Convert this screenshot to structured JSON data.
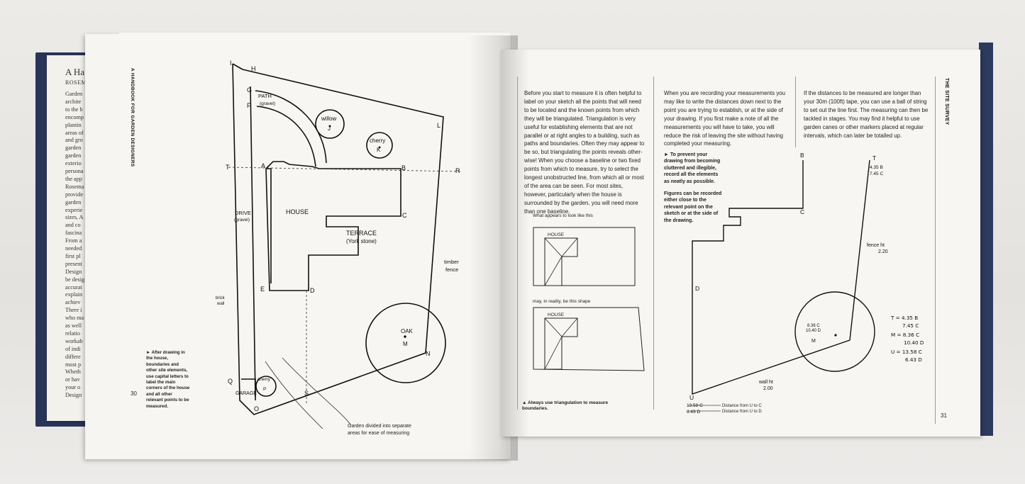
{
  "back_book": {
    "title": "A Ha",
    "author": "ROSEM",
    "lines": [
      "Garden",
      "archite",
      "to the b",
      "encomp",
      "plantin",
      "areas of",
      "and gro",
      "garden",
      "garden",
      "exterio",
      "persona",
      "the app",
      "Rosema",
      "provide",
      "garden",
      "experie",
      "sizes, A",
      "and co",
      "fascina",
      "From a",
      "needed",
      "first pl",
      "present",
      "Design",
      "be desig",
      "accurat",
      "explain",
      "achiev",
      "There i",
      "who ma",
      "as well",
      "relatio",
      "workab",
      "of indi",
      "differe",
      "most p",
      "Wheth",
      "or hav",
      "your o",
      "Design"
    ]
  },
  "left_page": {
    "running_head": "A HANDBOOK FOR GARDEN DESIGNERS",
    "page_number": "30",
    "side_note_marker": "►",
    "side_note": "After drawing in the house, boundaries and other site elements, use capital letters to label the main corners of the house and all other relevant points to be measured.",
    "caption": "Garden divided into separate areas for ease of measuring",
    "sketch_labels": {
      "I": "I",
      "H": "H",
      "G": "G",
      "F": "F",
      "T": "T",
      "A": "A",
      "B": "B",
      "R": "R",
      "L": "L",
      "C": "C",
      "E": "E",
      "D": "D",
      "Q": "Q",
      "O": "O",
      "S": "S",
      "N": "N",
      "path": "PATH",
      "path_sub": "(gravel)",
      "willow": "willow",
      "willow_letter": "J",
      "cherry1": "cherry",
      "cherry1_letter": "K",
      "house": "HOUSE",
      "terrace": "TERRACE",
      "terrace_sub": "(York stone)",
      "drive": "DRIVE",
      "drive_sub": "(gravel)",
      "brick_wall": "brick",
      "brick_wall_2": "wall",
      "timber_fence": "timber",
      "timber_fence_2": "fence",
      "oak": "OAK",
      "oak_letter": "M",
      "cherry2": "cherry",
      "cherry2_letter": "P",
      "garage": "GARAGE"
    }
  },
  "right_page": {
    "running_head": "THE SITE SURVEY",
    "page_number": "31",
    "col1": "Before you start to measure it is often helpful to label on your sketch all the points that will need to be located and the known points from which they will be triangulated. Triangulation is very useful for establishing elements that are not parallel or at right angles to a building, such as paths and boundaries. Often they may appear to be so, but triangulating the points reveals other-wise! When you choose a baseline or two fixed points from which to measure, try to select the longest unobstructed line, from which all or most of the area can be seen. For most sites, however, particularly when the house is surrounded by the garden, you will need more than one baseline.",
    "col2": "When you are recording your measurements you may like to write the distances down next to the point you are trying to establish, or at the side of your drawing. If you first make a note of all the measurements you will have to take, you will reduce the risk of leaving the site without having completed your measuring.",
    "col3": "If the distances to be measured are longer than your 30m (100ft) tape, you can use a ball of string to set out the line first. The measuring can then be tackled in stages. You may find it helpful to use garden canes or other markers placed at regular intervals, which can later be totalled up.",
    "tip1_marker": "►",
    "tip1": "To prevent your drawing from becoming cluttered and illegible, record all the elements as neatly as possible.",
    "tip2": "Figures can be recorded either close to the relevant point on the sketch or at the side of the drawing.",
    "diagram1_caption": "What appears to look like this",
    "diagram2_caption": "may, in reality, be this shape",
    "house_label": "HOUSE",
    "tip3_marker": "▲",
    "tip3": "Always use triangulation to measure boundaries.",
    "survey": {
      "B": "B",
      "T": "T",
      "C": "C",
      "D": "D",
      "U": "U",
      "t_meas1": "4.35 B",
      "t_meas2": "7.45 C",
      "fence_ht": "fence ht",
      "fence_val": "2.20",
      "m1": "8.36 C",
      "m2": "10.40 D",
      "m_letter": "M",
      "wall_ht": "wall ht",
      "wall_val": "2.00",
      "u1": "13.58 C",
      "u2": "6.43 D",
      "u1_note": "Distance from U to C",
      "u2_note": "Distance from U to D",
      "summary": [
        "T = 4.35 B",
        "7.45 C",
        "M = 8.36 C",
        "10.40 D",
        "U = 13.58 C",
        "6.43 D"
      ]
    }
  }
}
